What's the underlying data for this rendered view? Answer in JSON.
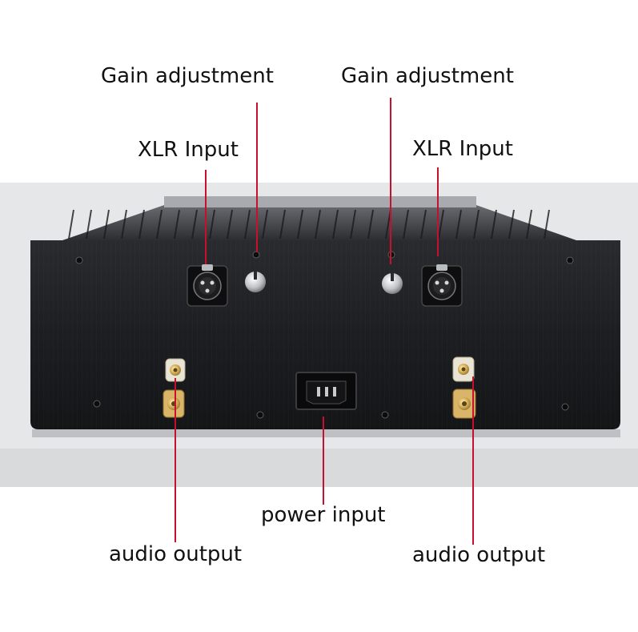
{
  "labels": {
    "gain_left": "Gain adjustment",
    "gain_right": "Gain adjustment",
    "xlr_left": "XLR Input",
    "xlr_right": "XLR Input",
    "power": "power input",
    "audio_left": "audio output",
    "audio_right": "audio output"
  },
  "colors": {
    "pointer_line": "#c8102e",
    "chassis": "#1c1d1f",
    "backdrop": "#e6e7e9"
  }
}
